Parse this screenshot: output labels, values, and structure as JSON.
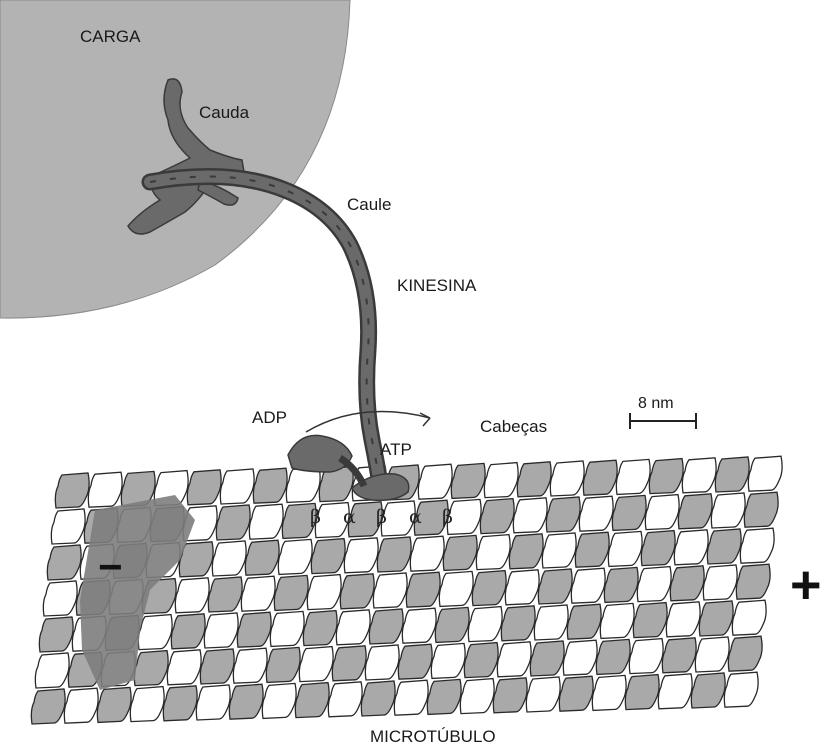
{
  "labels": {
    "cargo": "CARGA",
    "tail": "Cauda",
    "stalk": "Caule",
    "kinesin": "KINESINA",
    "adp": "ADP",
    "atp": "ATP",
    "heads": "Cabeças",
    "scale": "8 nm",
    "microtubule": "MICROTÚBULO",
    "minus_end": "−",
    "plus_end": "+"
  },
  "subunits": [
    "β",
    "α",
    "β",
    "α",
    "β"
  ],
  "colors": {
    "cargo_fill": "#b3b3b3",
    "kinesin_fill": "#6a6a6a",
    "beta_tubulin": "#a9a9a9",
    "alpha_tubulin": "#ffffff",
    "minus_region": "#7d7d7d"
  }
}
